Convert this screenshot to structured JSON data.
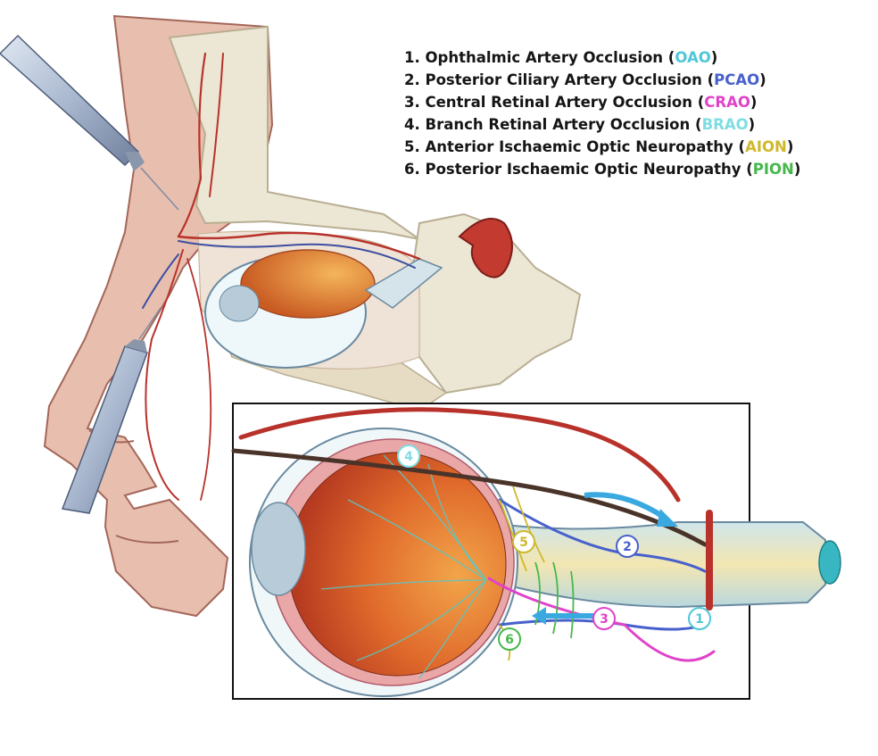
{
  "legend": [
    {
      "num": "1.",
      "text": "Ophthalmic Artery Occlusion",
      "open": " (",
      "abbr": "OAO",
      "close": ")",
      "color": "#4fc7d8"
    },
    {
      "num": "2.",
      "text": "Posterior Ciliary Artery Occlusion",
      "open": " (",
      "abbr": "PCAO",
      "close": ")",
      "color": "#4760cc"
    },
    {
      "num": "3.",
      "text": "Central Retinal Artery Occlusion",
      "open": " (",
      "abbr": "CRAO",
      "close": ")",
      "color": "#e043c9"
    },
    {
      "num": "4.",
      "text": "Branch Retinal Artery Occlusion",
      "open": " (",
      "abbr": "BRAO",
      "close": ")",
      "color": "#7fdde2"
    },
    {
      "num": "5.",
      "text": "Anterior Ischaemic Optic Neuropathy",
      "open": " (",
      "abbr": "AION",
      "close": ")",
      "color": "#cfb82a"
    },
    {
      "num": "6.",
      "text": "Posterior Ischaemic Optic Neuropathy",
      "open": " (",
      "abbr": "PION",
      "close": ")",
      "color": "#46b84a"
    }
  ],
  "markers": [
    {
      "label": "1",
      "color": "#4fc7d8"
    },
    {
      "label": "2",
      "color": "#4760cc"
    },
    {
      "label": "3",
      "color": "#e043c9"
    },
    {
      "label": "4",
      "color": "#7fdde2"
    },
    {
      "label": "5",
      "color": "#cfb82a"
    },
    {
      "label": "6",
      "color": "#46b84a"
    }
  ],
  "colors": {
    "skin": "#e7bcab",
    "bone": "#ece6d4",
    "artery": "#b8322b",
    "vein": "#3b4fa0",
    "retina": "#d5552a",
    "sclera": "#f0f7f9",
    "optic_nerve": "#f0dfa0"
  }
}
